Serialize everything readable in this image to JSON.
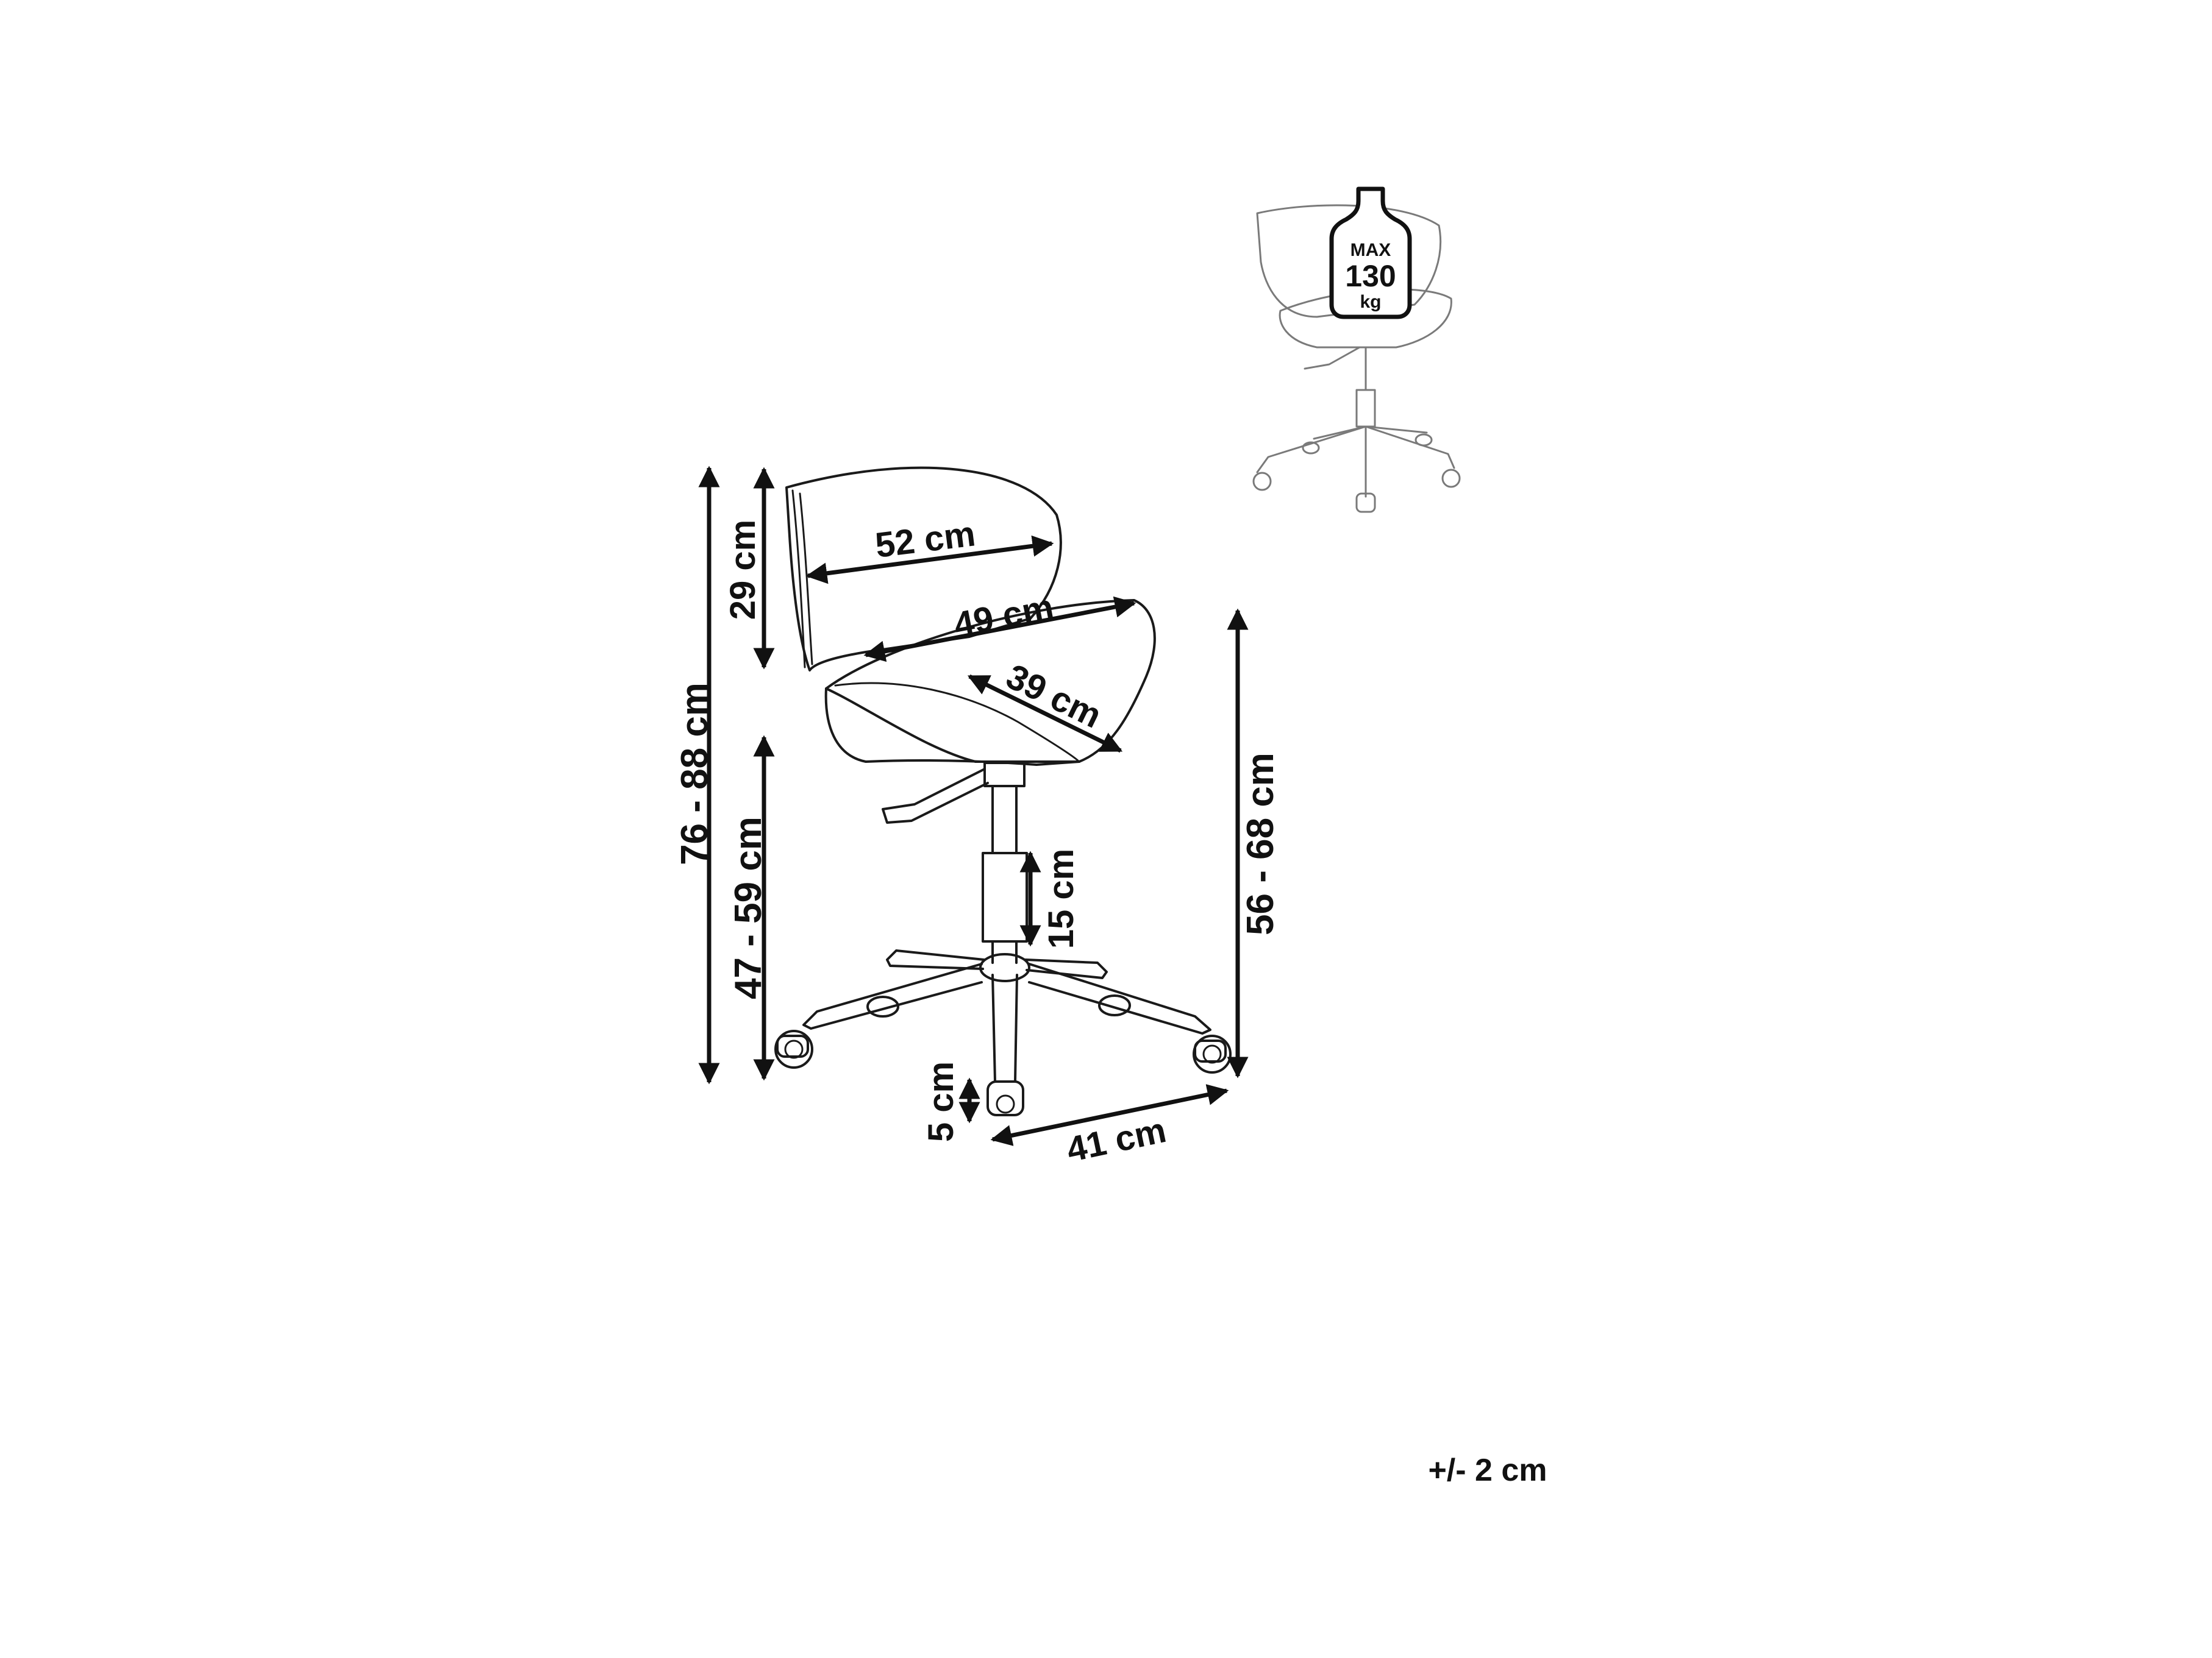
{
  "dimensions": {
    "back_width": "52 cm",
    "back_height": "29 cm",
    "seat_width": "49 cm",
    "seat_depth": "39 cm",
    "total_height": "76 - 88 cm",
    "seat_height": "47 - 59 cm",
    "outer_height": "56 - 68 cm",
    "lift_range": "15 cm",
    "caster_height": "5 cm",
    "base_width": "41 cm"
  },
  "load": {
    "line1": "MAX",
    "line2": "130",
    "line3": "kg"
  },
  "tolerance": "+/- 2 cm"
}
